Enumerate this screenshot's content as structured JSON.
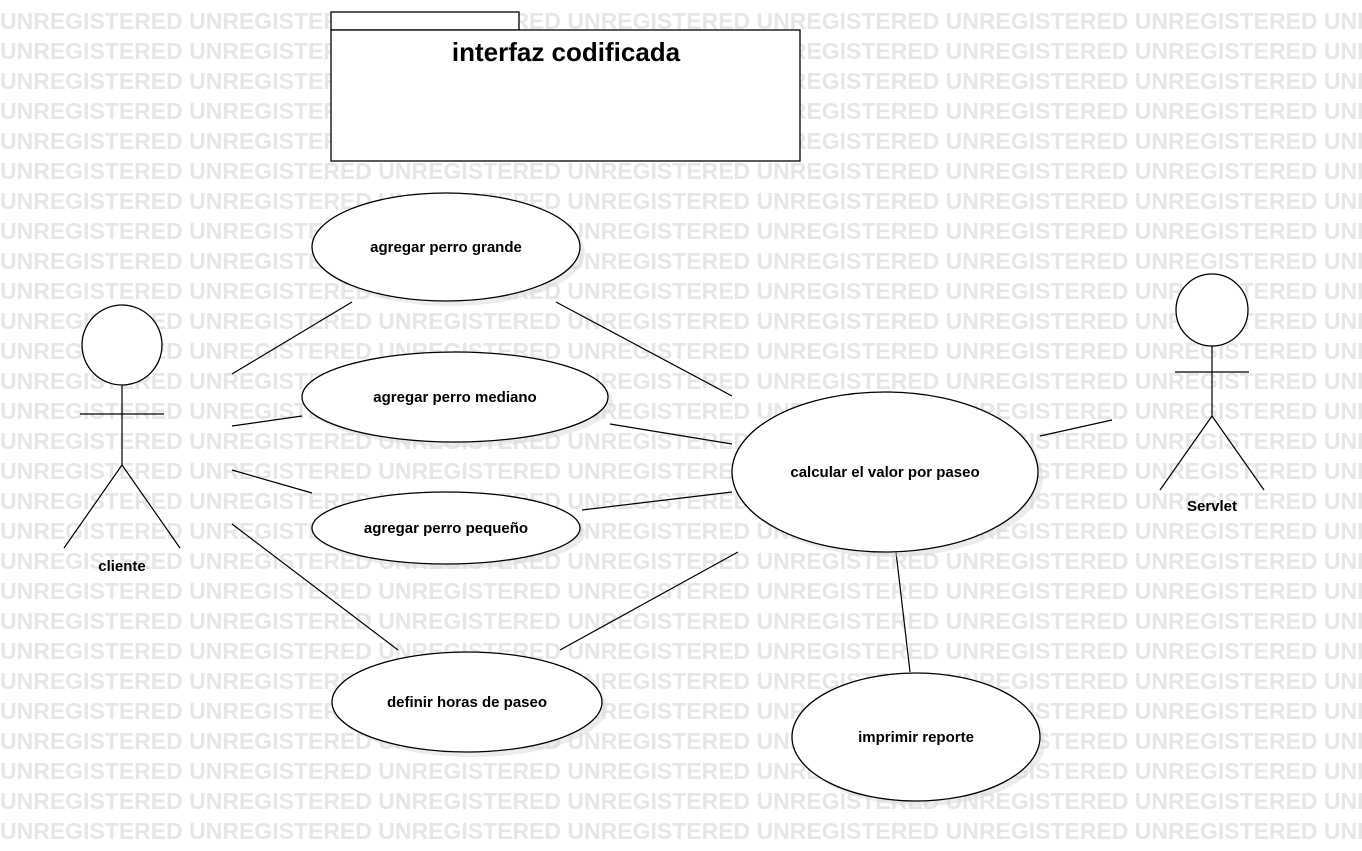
{
  "watermark": {
    "text": "UNREGISTERED"
  },
  "package": {
    "title": "interfaz codificada"
  },
  "actors": {
    "cliente": {
      "label": "cliente"
    },
    "servlet": {
      "label": "Servlet"
    }
  },
  "use_cases": {
    "agregar_perro_grande": "agregar perro grande",
    "agregar_perro_mediano": "agregar perro mediano",
    "agregar_perro_pequeno": "agregar perro pequeño",
    "definir_horas_de_paseo": "definir horas de paseo",
    "calcular_valor": "calcular el valor por paseo",
    "imprimir_reporte": "imprimir reporte"
  }
}
